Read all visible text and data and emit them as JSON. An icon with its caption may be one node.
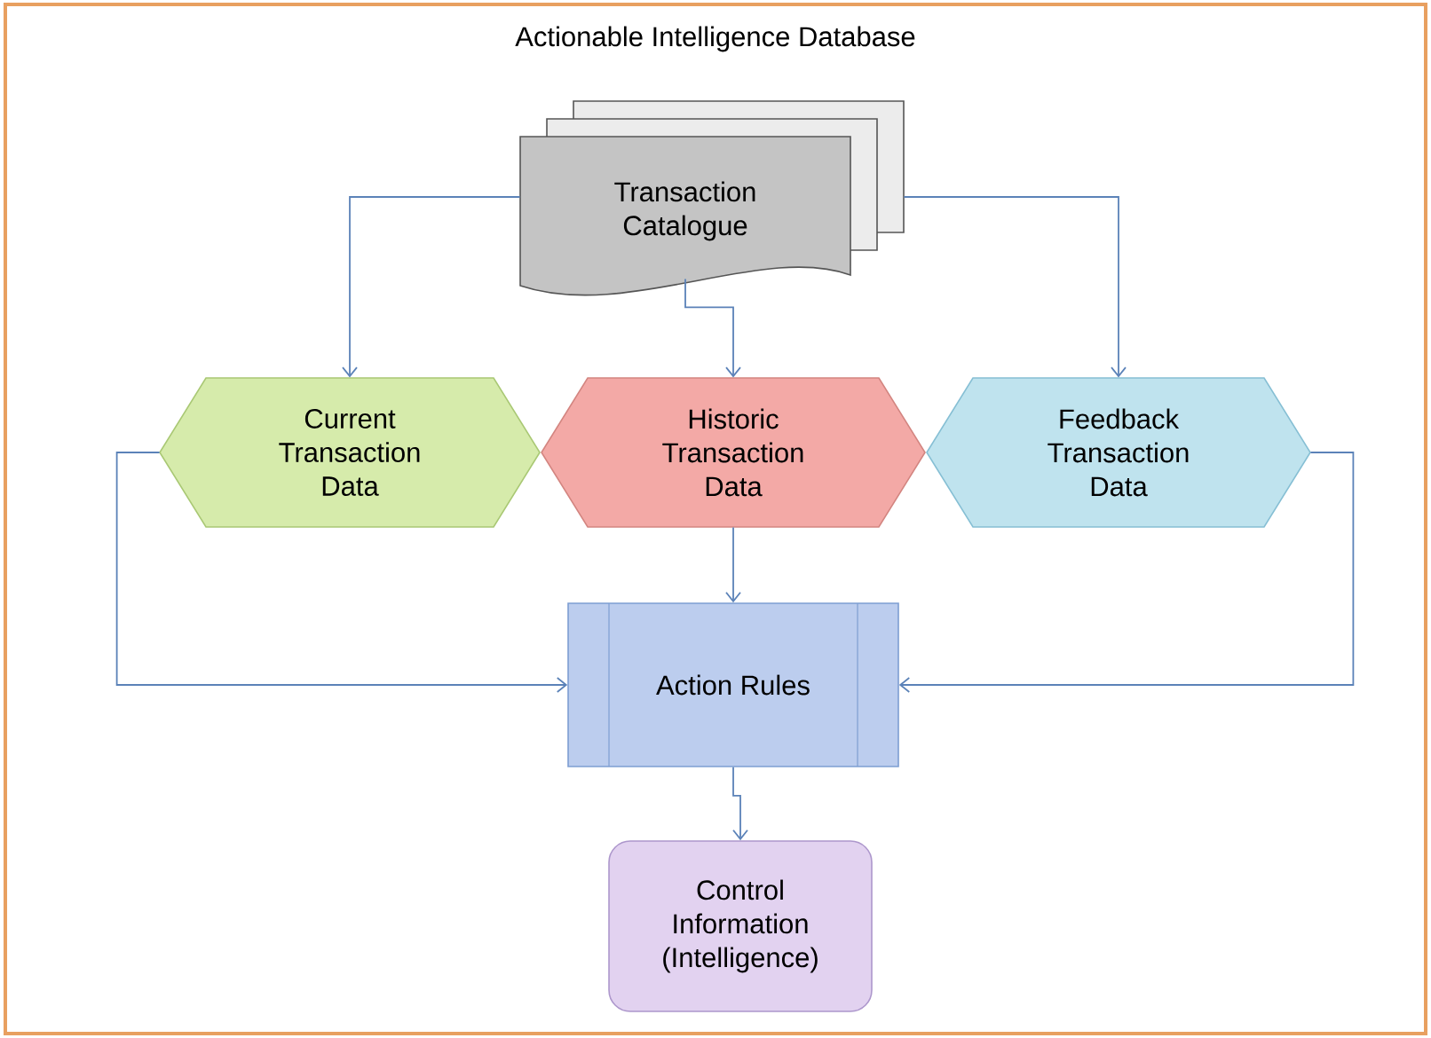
{
  "diagram": {
    "nodes": [
      {
        "text": [
          "Actionable Intelligence Database"
        ]
      },
      {
        "text": [
          "Transaction Catalogue"
        ],
        "in": 0
      },
      {
        "text": [
          "Current Transaction Data"
        ],
        "in": 0
      },
      {
        "text": [
          "Historic Transaction Data"
        ],
        "in": 0
      },
      {
        "text": [
          "Feedback Transaction Data"
        ],
        "in": 0
      },
      {
        "text": [
          "Action Rules"
        ],
        "in": 0
      },
      {
        "text": [
          "Control Information (Intelligence)"
        ],
        "in": 0
      }
    ],
    "edges": [
      {
        "from": 1,
        "to": 2,
        "arrow": "to"
      },
      {
        "from": 1,
        "to": 3,
        "arrow": "to"
      },
      {
        "from": 1,
        "to": 4,
        "arrow": "to"
      },
      {
        "from": 2,
        "to": 5,
        "arrow": "to"
      },
      {
        "from": 3,
        "to": 5,
        "arrow": "to"
      },
      {
        "from": 4,
        "to": 5,
        "arrow": "to"
      },
      {
        "from": 5,
        "to": 6,
        "arrow": "to"
      }
    ]
  }
}
